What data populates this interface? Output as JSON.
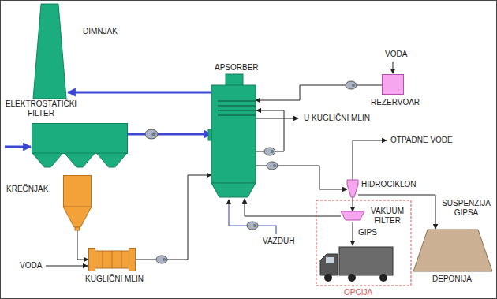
{
  "diagram": {
    "nodes": [
      {
        "text": [
          "DIMNJAK"
        ]
      },
      {
        "text": [
          "APSORBER"
        ]
      },
      {
        "text": [
          "REZERVOAR"
        ]
      },
      {
        "text": [
          "ELEKTROSTATIČKI FILTER"
        ]
      },
      {
        "text": [
          "HIDROCIKLON"
        ]
      },
      {
        "text": [
          "KREČNJAK"
        ]
      },
      {
        "text": [
          "OPCIJA"
        ]
      },
      {
        "text": [
          "VAKUUM FILTER"
        ],
        "in": 6
      },
      {
        "text": [
          "DEPONIJA"
        ]
      },
      {
        "text": [
          "KUGLIČNI MLIN"
        ]
      }
    ],
    "edges": [
      {
        "from": 3,
        "to": 1,
        "arrow": "to"
      },
      {
        "from": 1,
        "to": 0,
        "arrow": "to"
      },
      {
        "from": 5,
        "to": 9,
        "arrow": "to"
      },
      {
        "from": 9,
        "to": 1,
        "arrow": "to"
      },
      {
        "from": 2,
        "to": 1,
        "arrow": "to"
      },
      {
        "from": 1,
        "to": 4,
        "arrow": "to"
      },
      {
        "from": 4,
        "to": 7,
        "arrow": "to"
      },
      {
        "from": 7,
        "to": 1,
        "arrow": "to"
      },
      {
        "from": 4,
        "to": 8,
        "label": "SUSPENZIJA GIPSA",
        "arrow": "to"
      }
    ],
    "labels": [
      "VODA",
      "U KUGLIČNI MLIN",
      "OTPADNE VODE",
      "VAZDUH",
      "GIPS",
      "VODA"
    ]
  }
}
